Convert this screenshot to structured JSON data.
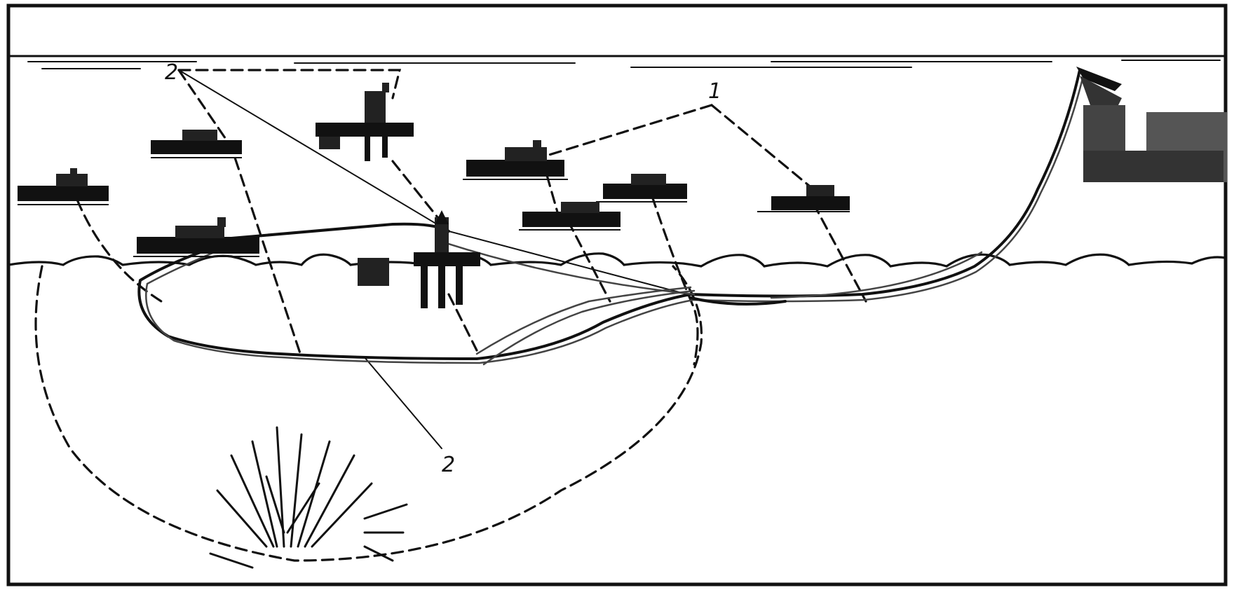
{
  "callouts": {
    "label_2_top": "2",
    "label_1": "1",
    "label_2_bottom": "2"
  },
  "colors": {
    "ink": "#111111",
    "paper": "#ffffff",
    "shore_fill": "#555555"
  },
  "icons": {
    "ship": "ship-icon",
    "platform": "oil-platform-icon",
    "crane": "crane-icon",
    "blast": "explosion-icon"
  }
}
